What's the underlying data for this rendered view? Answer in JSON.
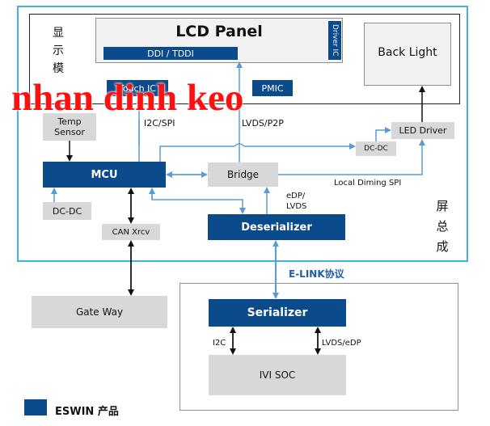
{
  "display_module_label": "显示模",
  "screen_assembly_label": "屏总成",
  "lcd_panel": {
    "title": "LCD Panel",
    "ddi_label": "DDI / TDDI",
    "driver_ic_label": "Driver IC"
  },
  "back_light_label": "Back Light",
  "touch_ic_label": "Touch IC",
  "pmic_label": "PMIC",
  "temp_sensor_label": "Temp\nSensor",
  "mcu_label": "MCU",
  "bridge_label": "Bridge",
  "dcdc_label": "DC-DC",
  "dcdc2_label": "DC-DC",
  "led_driver_label": "LED Driver",
  "can_xcvr_label": "CAN Xrcv",
  "deserializer_label": "Deserializer",
  "serializer_label": "Serializer",
  "ivi_soc_label": "IVI SOC",
  "gateway_label": "Gate Way",
  "link_labels": {
    "i2c_spi": "I2C/SPI",
    "lvds_p2p": "LVDS/P2P",
    "local_dimming": "Local Diming SPI",
    "edp_lvds": "eDP/\nLVDS",
    "elink": "E-LINK协议",
    "i2c": "I2C",
    "lvds_edp": "LVDS/eDP"
  },
  "legend_label": "ESWIN 产品",
  "watermark_text": "nhan dinh keo",
  "colors": {
    "navy": "#0b4a8b",
    "arrow_blue": "#5b9bd5",
    "frame_blue": "#3fb3d8",
    "watermark": "#ff1010"
  }
}
